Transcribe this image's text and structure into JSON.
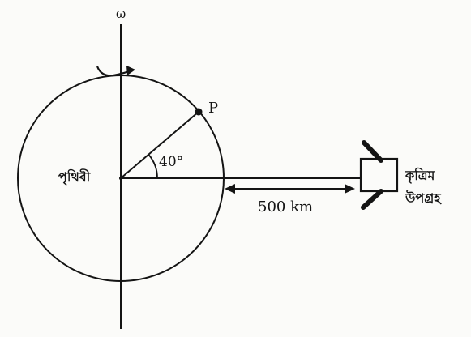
{
  "diagram": {
    "axis_label": "ω",
    "point_label": "P",
    "angle_label": "40°",
    "earth_label": "পৃথিবী",
    "distance_label": "500 km",
    "satellite_label_line1": "কৃত্রিম",
    "satellite_label_line2": "উপগ্রহ",
    "angle_degrees": 40,
    "distance_km": 500,
    "colors": {
      "ink": "#141414",
      "background": "#fbfbf9"
    }
  }
}
